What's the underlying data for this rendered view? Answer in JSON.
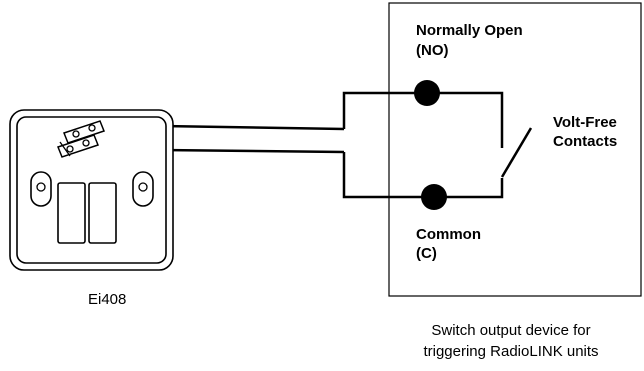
{
  "terminals": {
    "normally_open_line1": "Normally Open",
    "normally_open_line2": "(NO)",
    "common_line1": "Common",
    "common_line2": "(C)"
  },
  "contacts": {
    "line1": "Volt-Free",
    "line2": "Contacts"
  },
  "device": {
    "model": "Ei408",
    "caption_line1": "Switch output device for",
    "caption_line2": "triggering RadioLINK units"
  },
  "colors": {
    "line": "#000000",
    "plate_fill": "#ffffff"
  }
}
